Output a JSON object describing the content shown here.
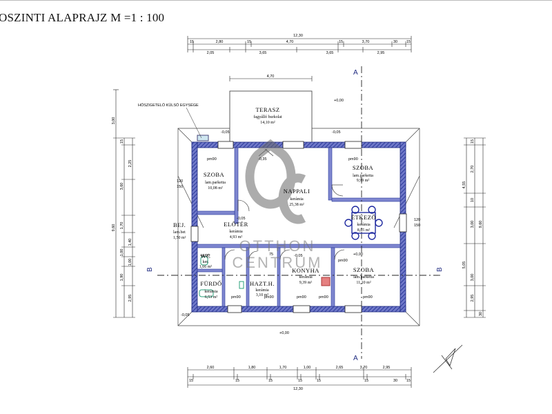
{
  "title": "OSZINTI ALAPRAJZ M =1 : 100",
  "watermark": {
    "logo": "OC",
    "line1": "OTTHON",
    "line2": "CENTRUM"
  },
  "top_dims": {
    "total": "12,30",
    "row1": [
      "15",
      "2,80",
      "15",
      "4,70",
      "15",
      "3,70",
      "30",
      "15"
    ],
    "row2": [
      "2,05",
      "3,65",
      "3,65",
      "2,95"
    ],
    "terrace_width": "4,70"
  },
  "bottom_dims": {
    "total": "12,30",
    "row1": [
      "2,60",
      "1,80",
      "1,70",
      "1,00",
      "2,65",
      "3,70",
      "2,95"
    ],
    "row2": [
      "15",
      "15",
      "15",
      "15",
      "15",
      "15",
      "30",
      "15"
    ]
  },
  "left_dims": [
    "3,00",
    "15",
    "2,25",
    "3,60",
    "1,70",
    "1,40",
    "1,00",
    "1,00",
    "1,90",
    "2,95",
    "9,60"
  ],
  "right_dims": [
    "15",
    "4,55",
    "2,70",
    "10",
    "3,00",
    "5,05",
    "3,00",
    "2,95",
    "9,60",
    "30"
  ],
  "levels": [
    "+0,00",
    "-0,05",
    "-0,05",
    "-0,35",
    "-0,05",
    "+0,00",
    "-0,05",
    "+0,00",
    "-0,05",
    "+0,00"
  ],
  "section_marks": {
    "a": "A",
    "b": "B"
  },
  "notes": {
    "vent": "HŐSZIGETELŐ KÜLSŐ EGYSÉGE"
  },
  "rooms": [
    {
      "name": "TERASZ",
      "floor": "fagyálló burkolat",
      "area": "14,10 m²"
    },
    {
      "name": "SZOBA",
      "floor": "lam.parketta",
      "area": "10,08 m²"
    },
    {
      "name": "NAPPALI",
      "floor": "kerámia",
      "area": "25,38 m²"
    },
    {
      "name": "SZOBA",
      "floor": "lam.parketta",
      "area": "9,99 m²"
    },
    {
      "name": "ÉTKEZŐ",
      "floor": "kerámia",
      "area": "8,85 m²"
    },
    {
      "name": "BEJ.",
      "floor": "lam.bet",
      "area": "1,50 m²"
    },
    {
      "name": "ELŐTÉR",
      "floor": "kerámia",
      "area": "4,93 m²"
    },
    {
      "name": "WC",
      "floor": "ker.",
      "area": "1,66 m²"
    },
    {
      "name": "FÜRDŐ",
      "floor": "kerámia",
      "area": "6,53 m²"
    },
    {
      "name": "HAZT.H.",
      "floor": "kerámia",
      "area": "3,10 m²"
    },
    {
      "name": "KONYHA",
      "floor": "kerámia",
      "area": "9,39 m²"
    },
    {
      "name": "SZOBA",
      "floor": "lam.parketta",
      "area": "11,10 m²"
    }
  ],
  "door_tags": [
    "pm90",
    "pm90",
    "pm90",
    "pm90",
    "pm90",
    "pm90",
    "pm90",
    "pm90"
  ],
  "window_tags": {
    "w1": "120",
    "w1b": "150",
    "w2": "120",
    "w2b": "150",
    "w3": "75"
  }
}
